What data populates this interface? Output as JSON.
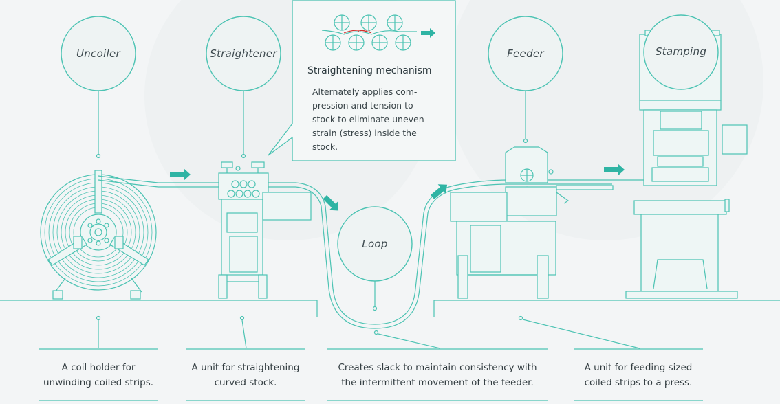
{
  "stages": [
    {
      "id": "uncoiler",
      "label": "Uncoiler",
      "description": "A coil holder for\nunwinding coiled strips."
    },
    {
      "id": "straightener",
      "label": "Straightener",
      "description": "A unit for straightening\ncurved stock."
    },
    {
      "id": "loop",
      "label": "Loop",
      "description": "Creates slack to maintain consistency with\nthe intermittent movement of the feeder."
    },
    {
      "id": "feeder",
      "label": "Feeder",
      "description": "A unit for feeding sized\ncoiled strips to a press."
    },
    {
      "id": "stamping",
      "label": "Stamping"
    }
  ],
  "callout": {
    "title": "Straightening mechanism",
    "description": "Alternately applies com-\npression and tension to\nstock to eliminate uneven\nstrain (stress) inside the\nstock."
  },
  "colors": {
    "line": "#4cc3b3",
    "accent": "#2fb4a4",
    "fill": "#eaf3f2",
    "stress": "#d2302c",
    "text": "#333d41"
  },
  "icons": [
    "arrow-right-icon",
    "arrow-down-icon",
    "arrow-up-icon"
  ]
}
